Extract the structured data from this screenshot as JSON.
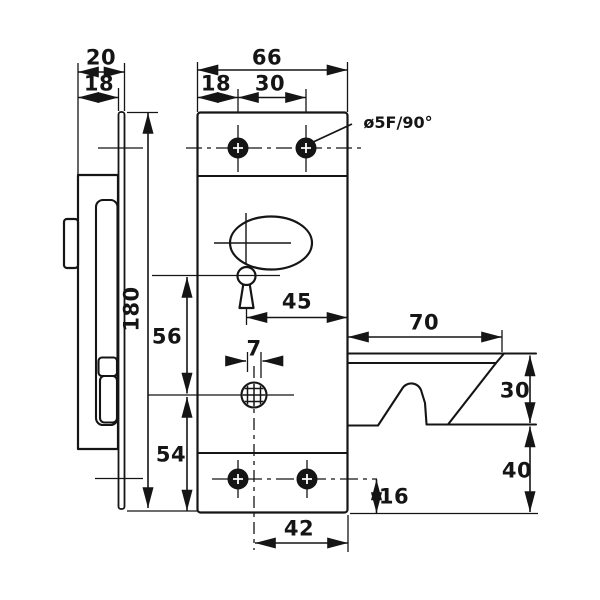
{
  "canvas": {
    "background": "#ffffff",
    "ink": "#151515"
  },
  "labels": {
    "side_depth_total": "20",
    "side_depth_case": "18",
    "plate_width": "66",
    "top_hole_edge_offset": "18",
    "top_hole_spacing": "30",
    "top_hole_spec": "ø5F/90°",
    "plate_height": "180",
    "keyhole_to_spindle": "56",
    "keyhole_to_edge": "45",
    "latch_length": "70",
    "spindle_square": "7",
    "latch_height": "30",
    "spindle_to_bottom": "54",
    "latch_to_bottom": "40",
    "bottom_hole_offset": "16",
    "spindle_to_edge": "42"
  }
}
